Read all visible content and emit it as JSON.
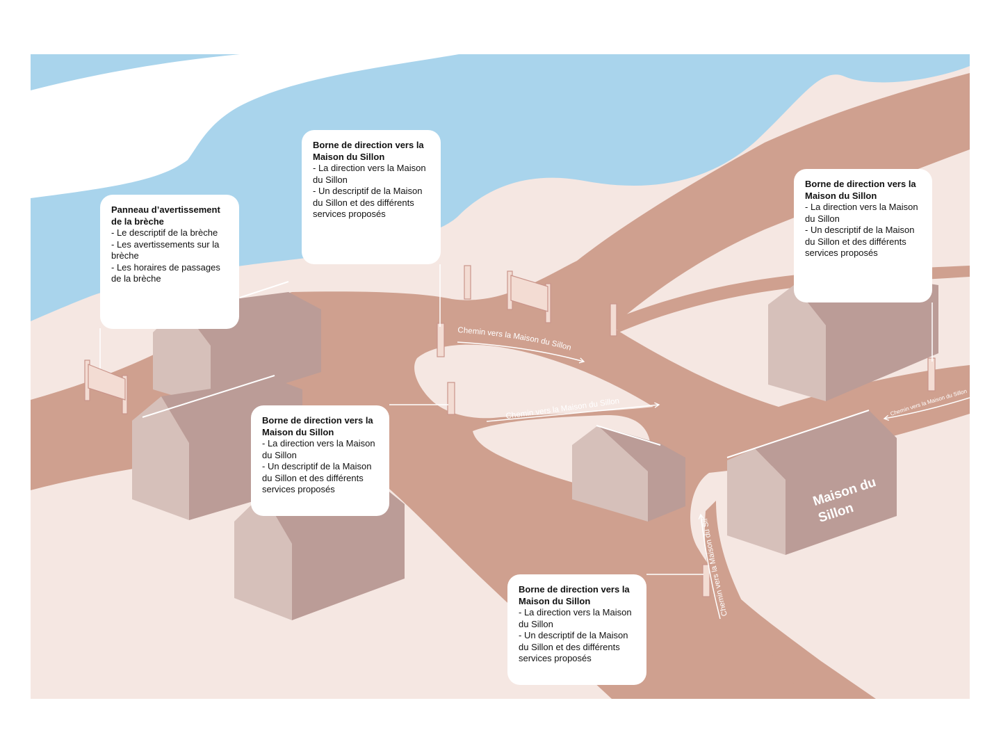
{
  "colors": {
    "background": "#ffffff",
    "ground": "#f5e7e2",
    "water": "#a9d4ec",
    "road": "#cfa08f",
    "building_light": "#d6c0ba",
    "building_dark": "#bb9c97",
    "post": "#f3dcd3",
    "post_stroke": "#c9948a",
    "callout": "#ffffff",
    "text": "#111111"
  },
  "callouts": [
    {
      "title": "Panneau d’avertissement de la brèche",
      "lines": [
        "- Le descriptif de la brèche",
        "- Les avertissements sur la brèche",
        "- Les horaires de passages de la brèche"
      ]
    },
    {
      "title": "Borne de direction vers la Maison du Sillon",
      "lines": [
        "- La direction vers la Maison du Sillon",
        "- Un descriptif de la Maison du Sillon et des différents services proposés"
      ]
    },
    {
      "title": "Borne de direction vers la Maison du Sillon",
      "lines": [
        "- La direction vers la Maison du Sillon",
        "- Un descriptif de la Maison du Sillon et des différents services proposés"
      ]
    },
    {
      "title": "Borne de direction vers la Maison du Sillon",
      "lines": [
        "- La direction vers la Maison du Sillon",
        "- Un descriptif de la Maison du Sillon et des différents services proposés"
      ]
    },
    {
      "title": "Borne de direction vers la Maison du Sillon",
      "lines": [
        "- La direction vers la Maison du Sillon",
        "- Un descriptif de la Maison du Sillon et des différents services proposés"
      ]
    }
  ],
  "path_labels": [
    "Chemin vers la Maison du Sillon",
    "Chemin vers la Maison du Sillon",
    "Chemin vers la Maison du Sillon",
    "Chemin vers la Maison du Sillon"
  ],
  "building_label": {
    "line1": "Maison du",
    "line2": "Sillon"
  }
}
